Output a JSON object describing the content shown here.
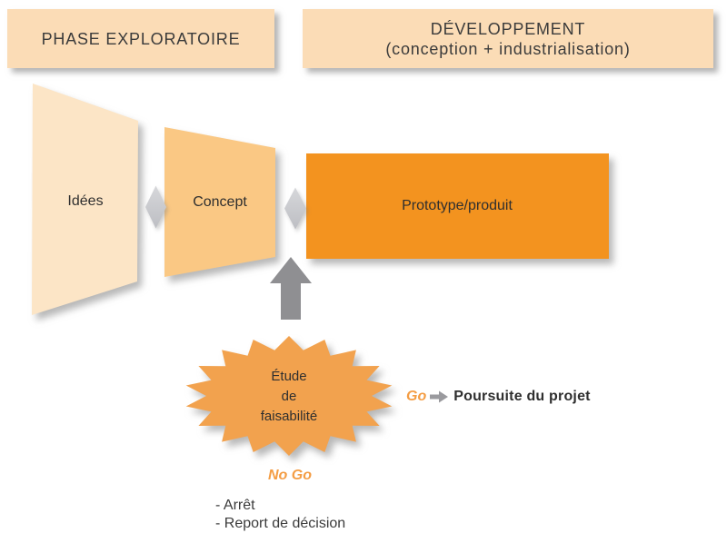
{
  "headers": {
    "exploratory": "PHASE EXPLORATOIRE",
    "development_line1": "DÉVELOPPEMENT",
    "development_line2": "(conception + industrialisation)"
  },
  "funnel": {
    "idees": "Idées",
    "concept": "Concept",
    "prototype": "Prototype/produit"
  },
  "feasibility": {
    "line1": "Étude",
    "line2": "de",
    "line3": "faisabilité"
  },
  "decision": {
    "go_label": "Go",
    "go_result": "Poursuite du projet",
    "nogo_label": "No Go",
    "nogo_items": [
      "- Arrêt",
      "- Report de décision"
    ]
  },
  "icons": {
    "go_arrow": "arrow-right",
    "feasibility_arrow": "arrow-up",
    "connectors": "diamond"
  },
  "colors": {
    "header_bg": "#FBDCB6",
    "idees_fill": "#FCE5C6",
    "concept_fill": "#FAC884",
    "prototype_fill": "#F3931F",
    "starburst_fill": "#F2A24E",
    "diamond_gray": "#C9CACE",
    "arrow_gray": "#8F8F92",
    "go_orange": "#F49D44",
    "text_dark": "#2F2F2F"
  }
}
